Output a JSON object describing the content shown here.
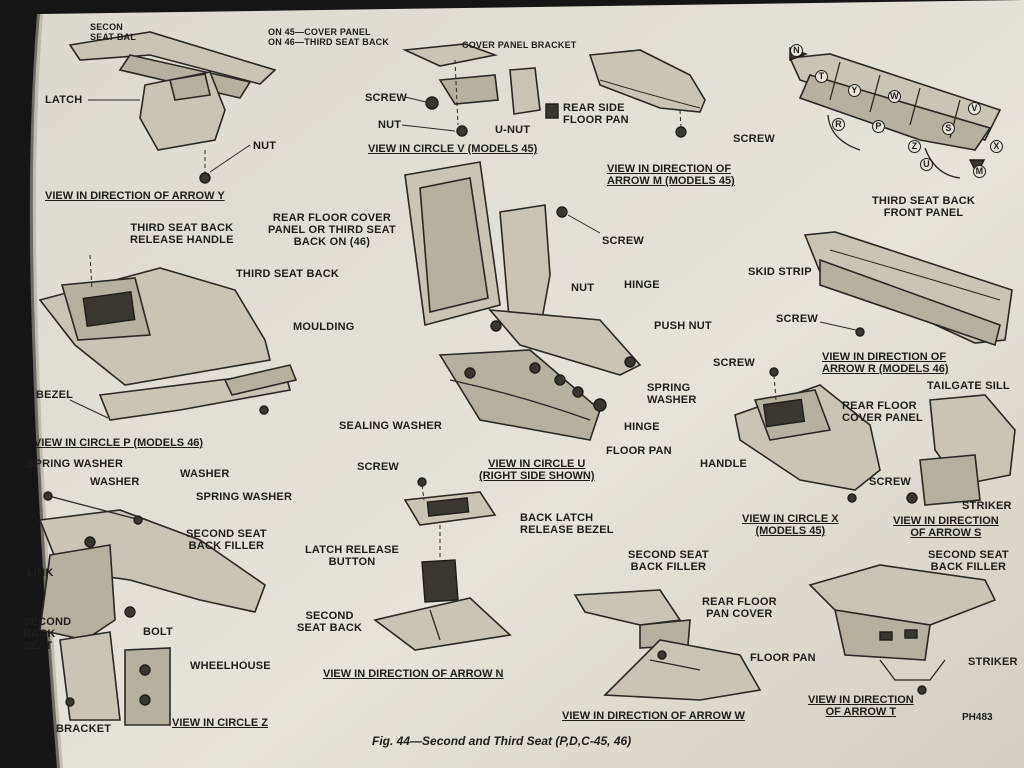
{
  "figure": {
    "caption": "Fig. 44—Second and Third Seat (P,D,C-45, 46)",
    "code": "PH483"
  },
  "views": {
    "arrow_y": {
      "caption": "VIEW IN DIRECTION OF ARROW Y",
      "labels": {
        "second_seat_bal": "SECON\nSEAT BAL",
        "latch": "LATCH",
        "nut": "NUT"
      }
    },
    "circle_v": {
      "caption": "VIEW IN CIRCLE V (MODELS 45)",
      "labels": {
        "cover_panel_45": "ON 45—COVER PANEL\nON 46—THIRD SEAT BACK",
        "cover_panel_bracket": "COVER PANEL BRACKET",
        "screw": "SCREW",
        "nut": "NUT",
        "u_nut": "U-NUT",
        "rear_side_floor_pan": "REAR SIDE\nFLOOR PAN"
      }
    },
    "arrow_m": {
      "caption": "VIEW IN DIRECTION OF\nARROW M (MODELS 45)",
      "labels": {
        "screw": "SCREW"
      }
    },
    "key_view": {
      "letters": [
        "T",
        "Y",
        "W",
        "R",
        "P",
        "S",
        "U",
        "M",
        "V",
        "N",
        "Z",
        "X"
      ]
    },
    "third_seat_front": {
      "labels": {
        "third_seat_back_front_panel": "THIRD SEAT BACK\nFRONT PANEL",
        "skid_strip": "SKID STRIP",
        "screw": "SCREW"
      }
    },
    "arrow_r": {
      "caption": "VIEW IN DIRECTION OF\nARROW R (MODELS 46)"
    },
    "circle_p": {
      "caption": "VIEW IN CIRCLE P (MODELS 46)",
      "labels": {
        "release_handle": "THIRD SEAT BACK\nRELEASE HANDLE",
        "third_seat_back": "THIRD SEAT BACK",
        "moulding": "MOULDING",
        "bezel": "BEZEL"
      }
    },
    "circle_u": {
      "caption": "VIEW IN CIRCLE U\n(RIGHT SIDE SHOWN)",
      "labels": {
        "rear_floor_cover": "REAR FLOOR COVER\nPANEL OR THIRD SEAT\nBACK ON (46)",
        "screw": "SCREW",
        "nut": "NUT",
        "hinge_top": "HINGE",
        "push_nut": "PUSH NUT",
        "spring_washer": "SPRING\nWASHER",
        "sealing_washer": "SEALING WASHER",
        "hinge_bottom": "HINGE",
        "floor_pan": "FLOOR PAN"
      }
    },
    "circle_x": {
      "caption": "VIEW IN CIRCLE X\n(MODELS 45)",
      "labels": {
        "screw_top": "SCREW",
        "rear_floor_cover_panel": "REAR FLOOR\nCOVER PANEL",
        "handle": "HANDLE",
        "screw_bottom": "SCREW"
      }
    },
    "arrow_s": {
      "caption": "VIEW IN DIRECTION\nOF ARROW S",
      "labels": {
        "tailgate_sill": "TAILGATE SILL",
        "striker": "STRIKER"
      }
    },
    "circle_z": {
      "caption": "VIEW IN CIRCLE Z",
      "labels": {
        "spring_washer_top": "SPRING WASHER",
        "washer_left": "WASHER",
        "washer_right": "WASHER",
        "spring_washer_right": "SPRING WASHER",
        "second_seat_back_filler": "SECOND SEAT\nBACK FILLER",
        "link": "LINK",
        "bolt": "BOLT",
        "second_back_seat": "SECOND\nBACK\nSEAT",
        "wheelhouse": "WHEELHOUSE",
        "bracket": "BRACKET"
      }
    },
    "arrow_n": {
      "caption": "VIEW IN DIRECTION OF ARROW N",
      "labels": {
        "screw": "SCREW",
        "back_latch_release_bezel": "BACK LATCH\nRELEASE BEZEL",
        "latch_release_button": "LATCH RELEASE\nBUTTON",
        "second_seat_back": "SECOND\nSEAT BACK"
      }
    },
    "arrow_w": {
      "caption": "VIEW IN DIRECTION OF ARROW W",
      "labels": {
        "second_seat_back_filler": "SECOND SEAT\nBACK FILLER",
        "rear_floor_pan_cover": "REAR FLOOR\nPAN COVER",
        "floor_pan": "FLOOR PAN"
      }
    },
    "arrow_t": {
      "caption": "VIEW IN DIRECTION\nOF ARROW T",
      "labels": {
        "second_seat_back_filler": "SECOND SEAT\nBACK FILLER",
        "striker": "STRIKER"
      }
    }
  }
}
